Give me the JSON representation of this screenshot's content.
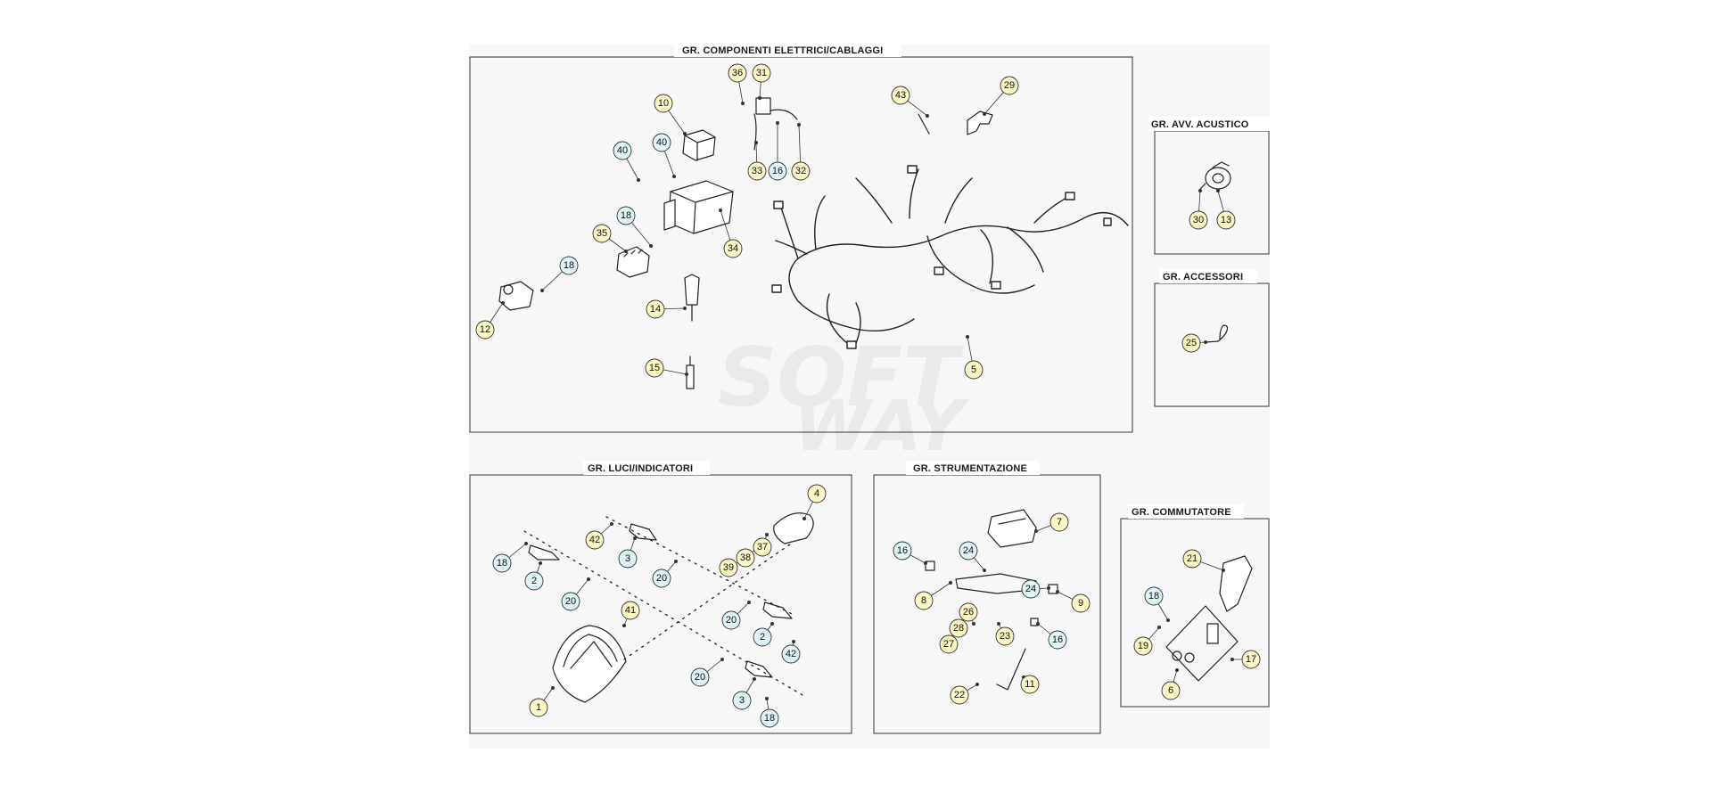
{
  "sections": {
    "electrical": {
      "title": "GR. COMPONENTI ELETTRICI/CABLAGGI"
    },
    "horn": {
      "title": "GR. AVV. ACUSTICO"
    },
    "accessories": {
      "title": "GR. ACCESSORI"
    },
    "lights": {
      "title": "GR. LUCI/INDICATORI"
    },
    "instruments": {
      "title": "GR. STRUMENTAZIONE"
    },
    "switch": {
      "title": "GR. COMMUTATORE"
    }
  },
  "watermark": {
    "line1": "SOFT",
    "line2": "WAY"
  },
  "colors": {
    "yellow": "#fbf6c3",
    "blue": "#dff4f7",
    "border": "#333333",
    "panel": "#f7f7f7"
  },
  "callouts": {
    "electrical": [
      {
        "n": "36",
        "c": "y"
      },
      {
        "n": "31",
        "c": "y"
      },
      {
        "n": "10",
        "c": "y"
      },
      {
        "n": "43",
        "c": "y"
      },
      {
        "n": "29",
        "c": "y"
      },
      {
        "n": "40",
        "c": "b"
      },
      {
        "n": "40",
        "c": "b"
      },
      {
        "n": "33",
        "c": "y"
      },
      {
        "n": "16",
        "c": "b"
      },
      {
        "n": "32",
        "c": "y"
      },
      {
        "n": "18",
        "c": "b"
      },
      {
        "n": "35",
        "c": "y"
      },
      {
        "n": "34",
        "c": "y"
      },
      {
        "n": "18",
        "c": "b"
      },
      {
        "n": "14",
        "c": "y"
      },
      {
        "n": "12",
        "c": "y"
      },
      {
        "n": "15",
        "c": "y"
      },
      {
        "n": "5",
        "c": "y"
      }
    ],
    "horn": [
      {
        "n": "30",
        "c": "y"
      },
      {
        "n": "13",
        "c": "y"
      }
    ],
    "accessories": [
      {
        "n": "25",
        "c": "y"
      }
    ],
    "lights": [
      {
        "n": "4",
        "c": "y"
      },
      {
        "n": "42",
        "c": "y"
      },
      {
        "n": "37",
        "c": "y"
      },
      {
        "n": "38",
        "c": "y"
      },
      {
        "n": "39",
        "c": "y"
      },
      {
        "n": "18",
        "c": "b"
      },
      {
        "n": "3",
        "c": "b"
      },
      {
        "n": "20",
        "c": "b"
      },
      {
        "n": "2",
        "c": "b"
      },
      {
        "n": "20",
        "c": "b"
      },
      {
        "n": "41",
        "c": "y"
      },
      {
        "n": "20",
        "c": "b"
      },
      {
        "n": "2",
        "c": "b"
      },
      {
        "n": "42",
        "c": "b"
      },
      {
        "n": "20",
        "c": "b"
      },
      {
        "n": "3",
        "c": "b"
      },
      {
        "n": "18",
        "c": "b"
      },
      {
        "n": "1",
        "c": "y"
      }
    ],
    "instruments": [
      {
        "n": "7",
        "c": "y"
      },
      {
        "n": "16",
        "c": "b"
      },
      {
        "n": "24",
        "c": "b"
      },
      {
        "n": "24",
        "c": "b"
      },
      {
        "n": "9",
        "c": "y"
      },
      {
        "n": "8",
        "c": "y"
      },
      {
        "n": "26",
        "c": "y"
      },
      {
        "n": "28",
        "c": "y"
      },
      {
        "n": "23",
        "c": "y"
      },
      {
        "n": "16",
        "c": "b"
      },
      {
        "n": "27",
        "c": "y"
      },
      {
        "n": "11",
        "c": "y"
      },
      {
        "n": "22",
        "c": "y"
      }
    ],
    "switch": [
      {
        "n": "21",
        "c": "y"
      },
      {
        "n": "18",
        "c": "b"
      },
      {
        "n": "19",
        "c": "y"
      },
      {
        "n": "17",
        "c": "y"
      },
      {
        "n": "6",
        "c": "y"
      }
    ]
  }
}
